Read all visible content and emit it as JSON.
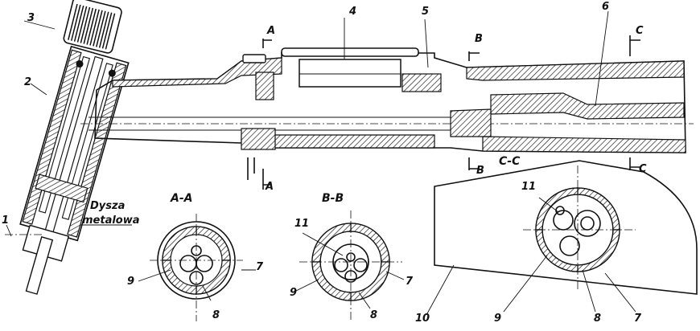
{
  "labels": {
    "n1": "1",
    "n2": "2",
    "n3": "3",
    "n4": "4",
    "n5": "5",
    "n6": "6",
    "n7a": "7",
    "n7b": "7",
    "n7c": "7",
    "n8a": "8",
    "n8b": "8",
    "n8c": "8",
    "n9a": "9",
    "n9b": "9",
    "n9c": "9",
    "n10": "10",
    "n11a": "11",
    "n11b": "11",
    "nozzle_line1": "Dysza",
    "nozzle_line2": "metalowa"
  },
  "sections": {
    "aa": "A-A",
    "bb": "B-B",
    "cc": "C-C"
  },
  "cut_marks": {
    "a_top": "A",
    "a_bottom": "A",
    "b_top": "B",
    "b_bottom": "B",
    "c_top": "C",
    "c_bottom": "C"
  }
}
